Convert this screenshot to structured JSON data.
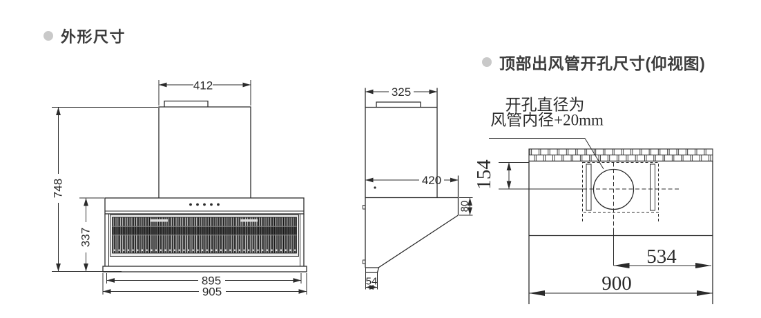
{
  "sections": {
    "outline_title": "外形尺寸",
    "outlet_title": "顶部出风管开孔尺寸(仰视图)"
  },
  "front_view": {
    "top_width": "412",
    "total_height": "748",
    "lower_height": "337",
    "inner_width": "895",
    "overall_width": "905"
  },
  "side_view": {
    "top_depth": "325",
    "body_depth": "420",
    "rear_height": "80",
    "front_edge": "54"
  },
  "bottom_view": {
    "wall_to_center": "154",
    "center_to_edge": "534",
    "overall_width": "900",
    "note_line1": "开孔直径为",
    "note_line2": "风管内径+20mm"
  },
  "colors": {
    "line": "#2b2b2b",
    "bullet": "#c9c9c9",
    "grille_dark": "#141414"
  }
}
